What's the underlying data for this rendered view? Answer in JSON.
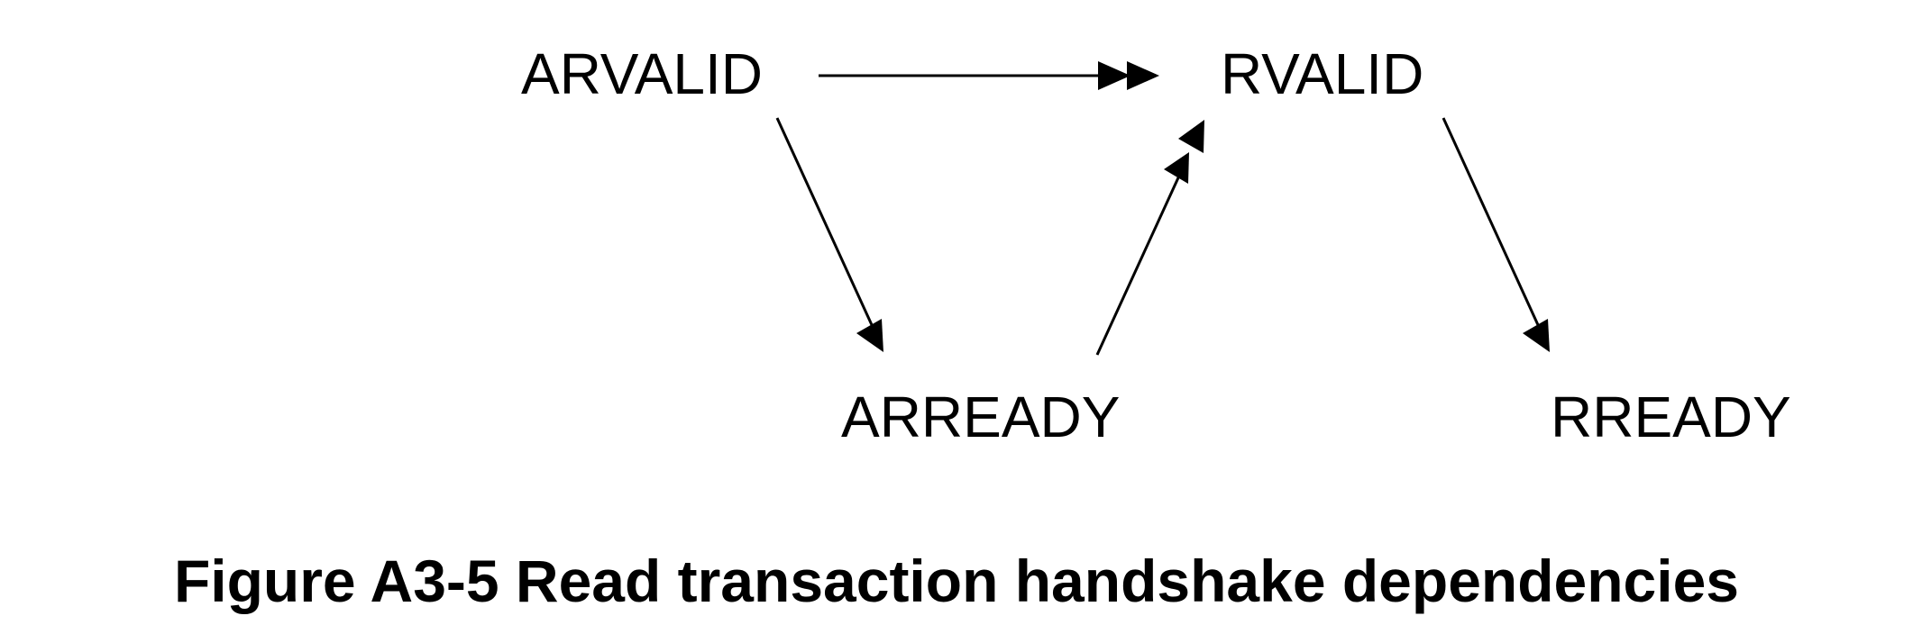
{
  "diagram": {
    "nodes": {
      "arvalid": "ARVALID",
      "rvalid": "RVALID",
      "arready": "ARREADY",
      "rready": "RREADY"
    },
    "edges": [
      {
        "from": "ARVALID",
        "to": "RVALID",
        "style": "double-arrowhead"
      },
      {
        "from": "ARVALID",
        "to": "ARREADY",
        "style": "single-arrowhead"
      },
      {
        "from": "ARREADY",
        "to": "RVALID",
        "style": "double-arrowhead"
      },
      {
        "from": "RVALID",
        "to": "RREADY",
        "style": "single-arrowhead"
      }
    ],
    "caption": "Figure A3-5 Read transaction handshake dependencies"
  }
}
